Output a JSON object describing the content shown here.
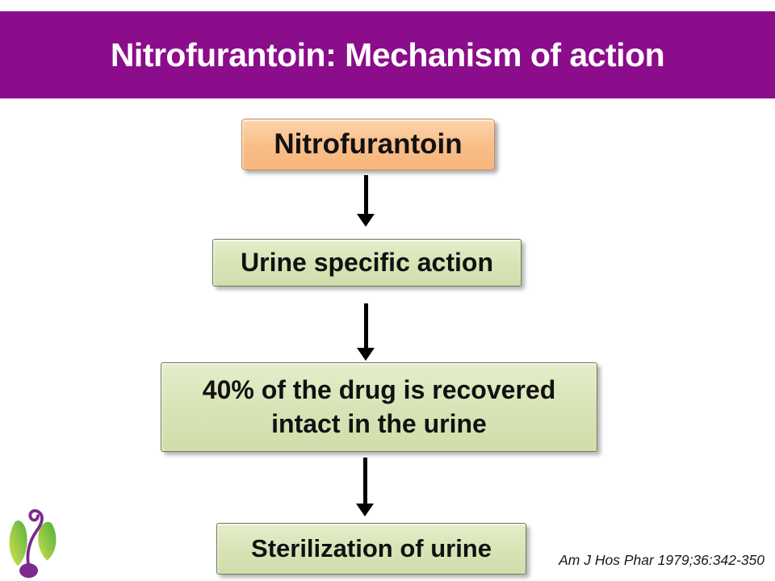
{
  "slide": {
    "title": "Nitrofurantoin: Mechanism of action",
    "citation": "Am J Hos Phar 1979;36:342-350"
  },
  "flowchart": {
    "type": "vertical-flow",
    "nodes": [
      {
        "label": "Nitrofurantoin",
        "fill": "#F9BD87",
        "border": "#C08D5E"
      },
      {
        "label": "Urine specific action",
        "fill": "#D7E3B5",
        "border": "#6F7A58"
      },
      {
        "label": "40% of the drug is recovered intact in the urine",
        "fill": "#D7E3B5",
        "border": "#6F7A58"
      },
      {
        "label": "Sterilization of urine",
        "fill": "#D7E3B5",
        "border": "#6F7A58"
      }
    ],
    "connectors": [
      {
        "from": 0,
        "to": 1,
        "style": "down-arrow",
        "color": "#000000"
      },
      {
        "from": 1,
        "to": 2,
        "style": "down-arrow",
        "color": "#000000"
      },
      {
        "from": 2,
        "to": 3,
        "style": "down-arrow",
        "color": "#000000"
      }
    ]
  },
  "colors": {
    "header_background": "#8B0D8B",
    "header_text": "#FFFFFF",
    "node_text": "#111111",
    "slide_background": "#FFFFFF",
    "citation_text": "#1A1A1A"
  },
  "logo": {
    "name": "plant-sprout-logo",
    "stem_color": "#7B2B8D",
    "bulb_color": "#7B2B8D",
    "leaf_gradient": [
      "#D9E04F",
      "#56B13C"
    ]
  }
}
